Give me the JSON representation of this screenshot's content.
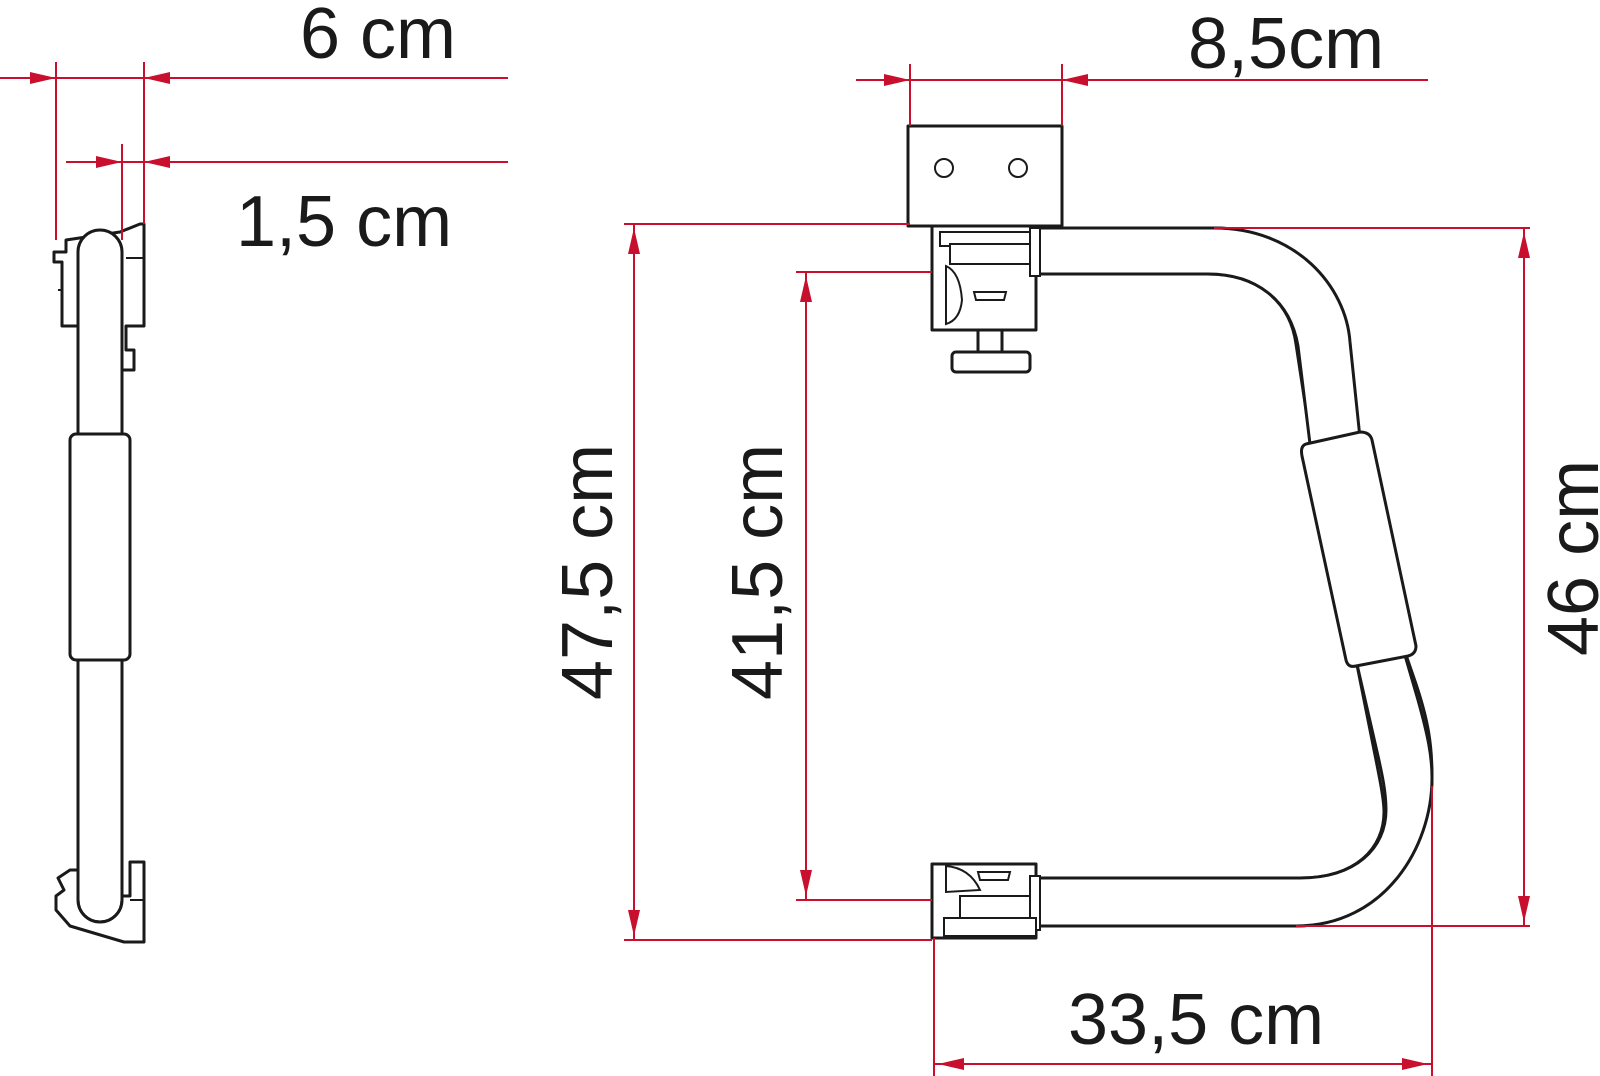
{
  "colors": {
    "dimension": "#c8102e",
    "outline": "#1a1a1a",
    "background": "#ffffff"
  },
  "dimensions": {
    "side_depth": "6 cm",
    "side_clearance": "1,5 cm",
    "bracket_width": "8,5cm",
    "total_height": "47,5 cm",
    "inner_height": "41,5 cm",
    "handle_height": "46 cm",
    "handle_depth": "33,5 cm"
  }
}
